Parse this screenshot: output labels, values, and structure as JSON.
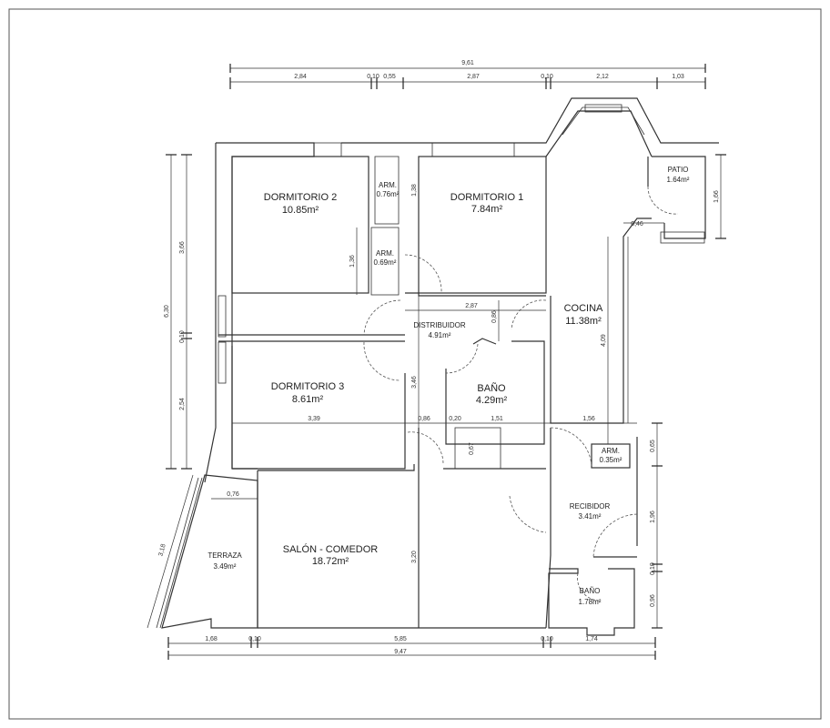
{
  "rooms": {
    "dormitorio2": {
      "name": "DORMITORIO 2",
      "area": "10.85m²"
    },
    "dormitorio1": {
      "name": "DORMITORIO 1",
      "area": "7.84m²"
    },
    "arm1": {
      "name": "ARM.",
      "area": "0.76m²"
    },
    "arm2": {
      "name": "ARM.",
      "area": "0.69m²"
    },
    "patio": {
      "name": "PATIO",
      "area": "1.64m²"
    },
    "cocina": {
      "name": "COCINA",
      "area": "11.38m²"
    },
    "distribuidor": {
      "name": "DISTRIBUIDOR",
      "area": "4.91m²"
    },
    "dormitorio3": {
      "name": "DORMITORIO 3",
      "area": "8.61m²"
    },
    "bano1": {
      "name": "BAÑO",
      "area": "4.29m²"
    },
    "arm3": {
      "name": "ARM.",
      "area": "0.35m²"
    },
    "recibidor": {
      "name": "RECIBIDOR",
      "area": "3.41m²"
    },
    "terraza": {
      "name": "TERRAZA",
      "area": "3.49m²"
    },
    "salon": {
      "name": "SALÓN - COMEDOR",
      "area": "18.72m²"
    },
    "bano2": {
      "name": "BAÑO",
      "area": "1.78m²"
    }
  },
  "dimensions": {
    "top_total": "9,61",
    "top": [
      "2,84",
      "0,10",
      "0,55",
      "2,87",
      "0,10",
      "2,12",
      "1,03"
    ],
    "left_total": "6,30",
    "left": [
      "3,66",
      "0,10",
      "2,54"
    ],
    "bottom_total": "9,47",
    "bottom": [
      "1,68",
      "0,10",
      "5,85",
      "0,10",
      "1,74"
    ],
    "right_patio": "1,66",
    "right": [
      "0,65",
      "1,96",
      "0,10",
      "0,96"
    ],
    "inner": {
      "arm1_h": "1,38",
      "arm2_h": "1,36",
      "dist_w": "2,87",
      "dist_h": "0,86",
      "patio_w": "0,46",
      "cocina_h": "4,09",
      "dorm3_w": "3,39",
      "dist_v": "3,46",
      "pass_w": "0,86",
      "wall": "0,20",
      "bano_w": "1,51",
      "bano_h": "0,67",
      "cocina_w": "1,56",
      "terraza_w": "0,76",
      "terraza_diag": "3,18",
      "salon_h": "3,20"
    }
  }
}
